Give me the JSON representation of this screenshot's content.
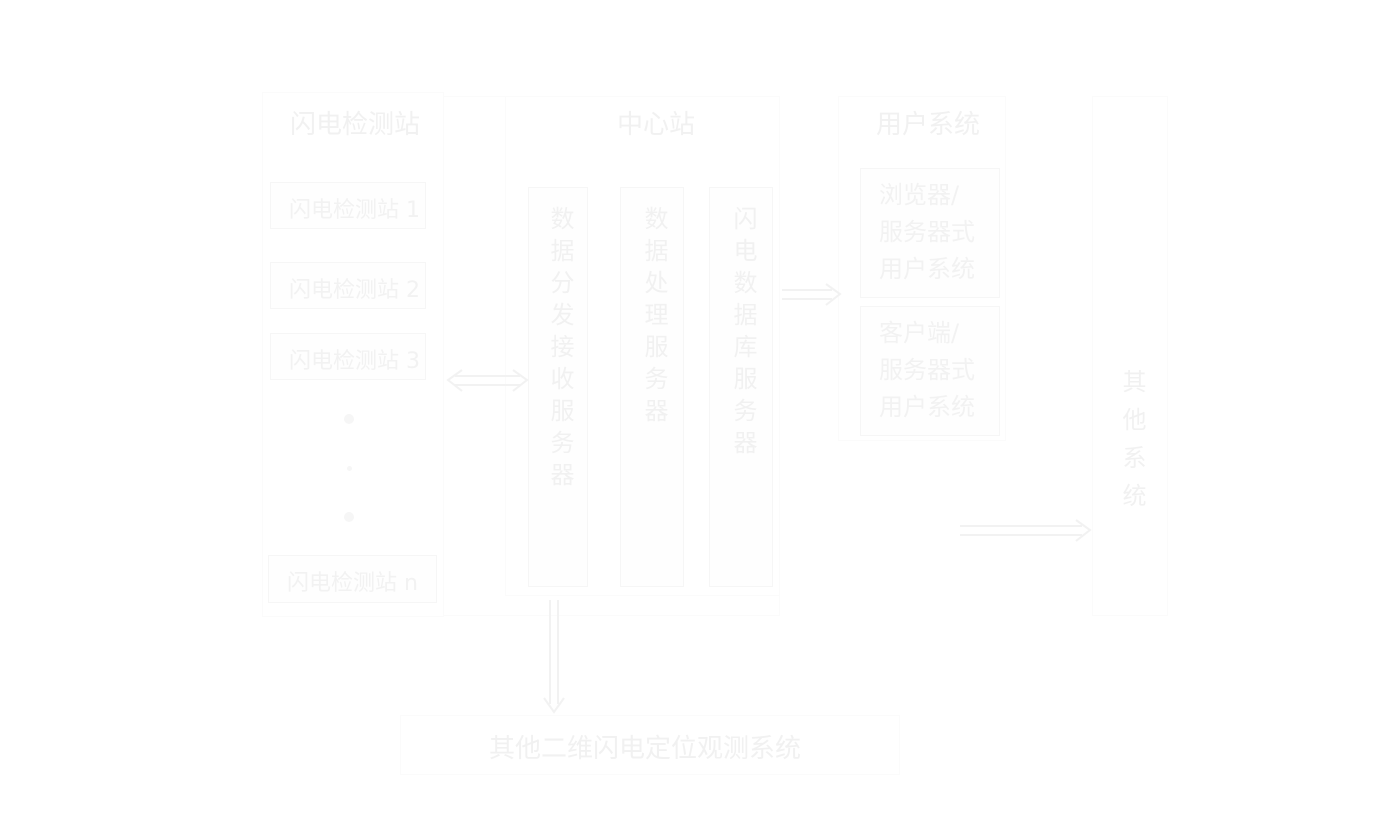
{
  "diagram": {
    "stations_panel": {
      "title": "闪电检测站",
      "stations": [
        "闪电检测站 1",
        "闪电检测站 2",
        "闪电检测站 3",
        "闪电检测站 n"
      ],
      "ellipsis": "⋮"
    },
    "central_panel": {
      "title": "中心站",
      "servers": [
        "数据分发接收服务器",
        "数据处理服务器",
        "闪电数据库服务器"
      ]
    },
    "user_panel": {
      "title": "用户系统",
      "systems": [
        "浏览器/服务器式用户系统",
        "客户端/服务器式用户系统"
      ]
    },
    "other_systems": {
      "label": "其他系统"
    },
    "bottom_system": {
      "label": "其他二维闪电定位观测系统"
    },
    "connections": [
      {
        "from": "stations_panel",
        "to": "central_panel",
        "direction": "bidirectional"
      },
      {
        "from": "central_panel",
        "to": "user_panel",
        "direction": "forward"
      },
      {
        "from": "user_panel",
        "to": "other_systems",
        "direction": "forward"
      },
      {
        "from": "central_panel",
        "to": "bottom_system",
        "direction": "forward"
      }
    ],
    "colors": {
      "line": "#f4f4f4",
      "text": "#f1f1f1",
      "background": "#ffffff"
    }
  }
}
